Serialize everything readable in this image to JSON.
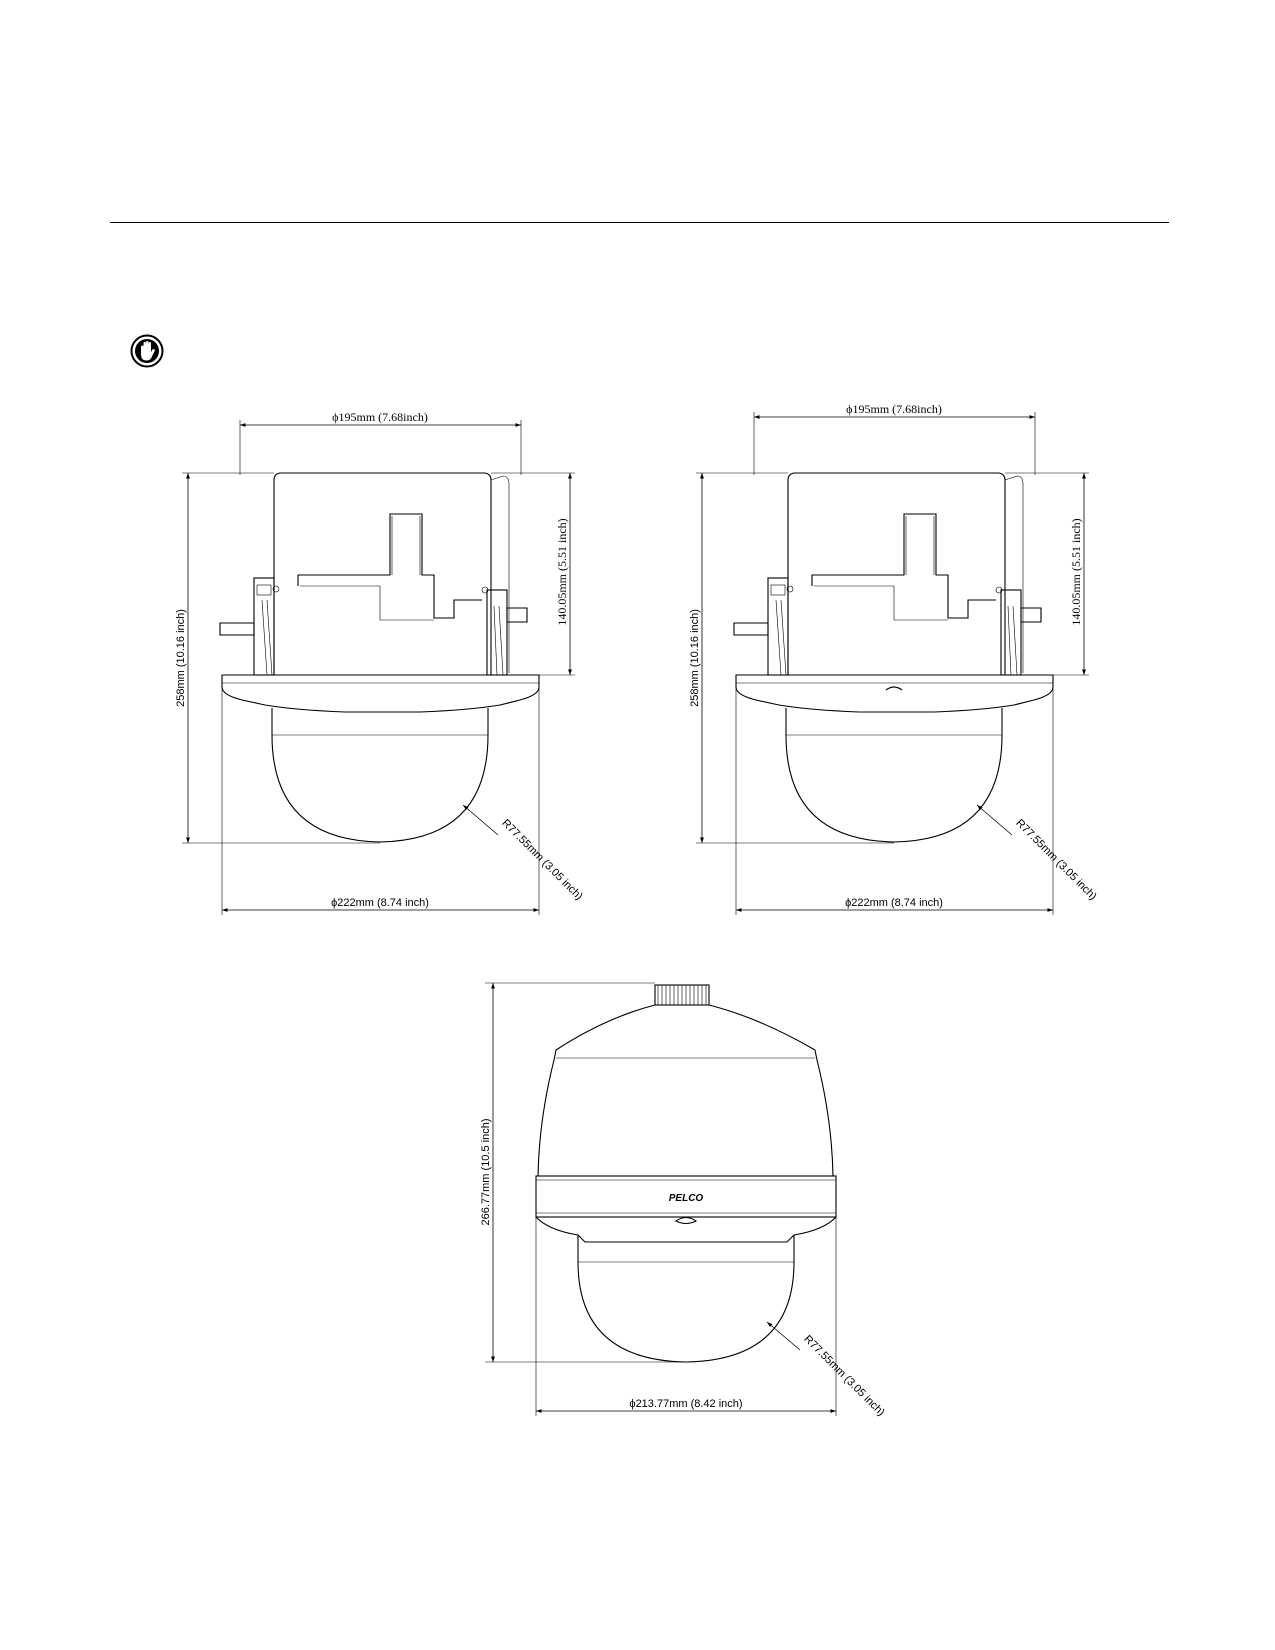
{
  "figures": {
    "left_inceiling": {
      "top_width": "ϕ195mm (7.68inch)",
      "side_height": "140.05mm (5.51 inch)",
      "total_height": "258mm (10.16 inch)",
      "dome_radius": "R77.55mm (3.05 inch)",
      "bottom_width": "ϕ222mm (8.74 inch)"
    },
    "right_inceiling": {
      "top_width": "ϕ195mm (7.68inch)",
      "side_height": "140.05mm (5.51 inch)",
      "total_height": "258mm (10.16 inch)",
      "dome_radius": "R77.55mm (3.05 inch)",
      "bottom_width": "ϕ222mm (8.74 inch)"
    },
    "pendant": {
      "total_height": "266.77mm (10.5 inch)",
      "dome_radius": "R77.55mm (3.05 inch)",
      "bottom_width": "ϕ213.77mm (8.42 inch)",
      "brand": "PELCO"
    }
  },
  "icons": {
    "warning": "stop-hand-icon"
  }
}
